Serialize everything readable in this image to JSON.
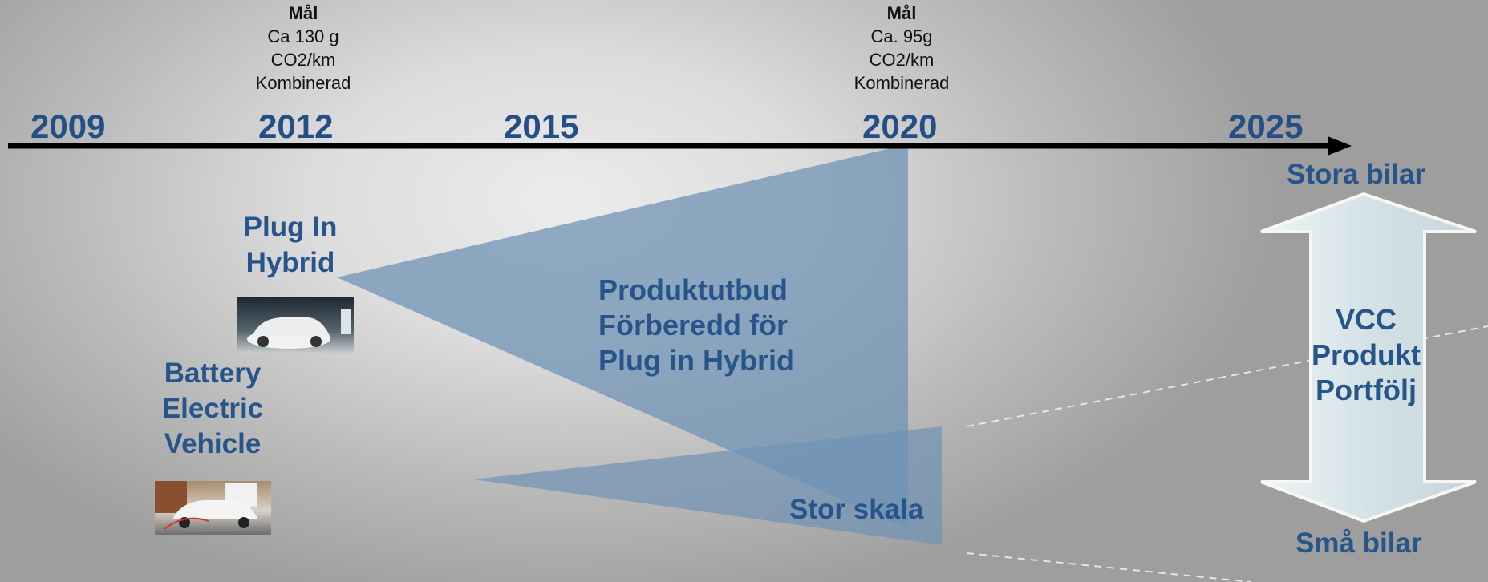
{
  "timeline": {
    "years": [
      "2009",
      "2012",
      "2015",
      "2020",
      "2025"
    ]
  },
  "goals": [
    {
      "head": "Mål",
      "line1": "Ca 130 g",
      "line2": "CO2/km",
      "line3": "Kombinerad"
    },
    {
      "head": "Mål",
      "line1": "Ca. 95g",
      "line2": "CO2/km",
      "line3": "Kombinerad"
    }
  ],
  "labels": {
    "phev_line1": "Plug In",
    "phev_line2": "Hybrid",
    "bev_line1": "Battery",
    "bev_line2": "Electric",
    "bev_line3": "Vehicle",
    "offer_line1": "Produktutbud",
    "offer_line2": "Förberedd för",
    "offer_line3": "Plug in Hybrid",
    "large_scale": "Stor skala"
  },
  "portfolio": {
    "top": "Stora bilar",
    "bottom": "Små bilar",
    "line1": "VCC",
    "line2": "Produkt",
    "line3": "Portfölj"
  },
  "colors": {
    "year_text": "#244e86",
    "label_text": "#27548a",
    "wedge": "#6f93b3",
    "arrow_fill": "#dbe7ea"
  },
  "icons": {
    "phev_photo": "car-charging-photo",
    "bev_photo": "car-charging-photo"
  }
}
